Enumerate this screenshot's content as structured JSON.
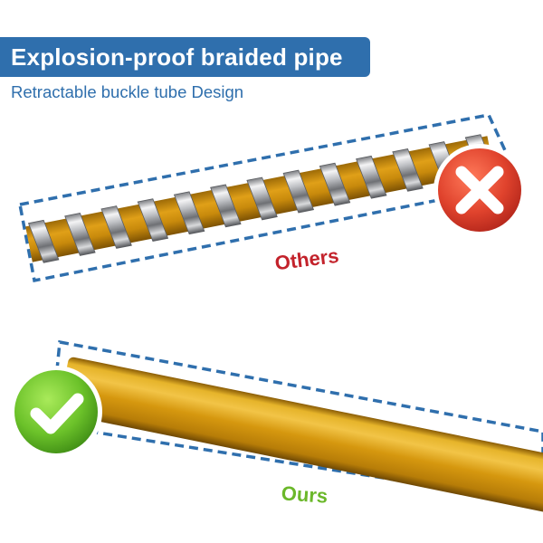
{
  "header": {
    "title": "Explosion-proof braided pipe",
    "subtitle": "Retractable buckle tube Design"
  },
  "comparison": {
    "others_label": "Others",
    "ours_label": "Ours"
  },
  "icons": {
    "reject": "cross-mark-icon",
    "approve": "check-mark-icon"
  },
  "colors": {
    "banner": "#2f6fad",
    "dashed_frame": "#2f6fad",
    "others_label": "#c3222b",
    "ours_label": "#6bb82a",
    "reject_badge": "#d63a2a",
    "approve_badge": "#6cc22a",
    "pipe_yellow": "#e2a412",
    "steel": "#b5b7bb"
  }
}
